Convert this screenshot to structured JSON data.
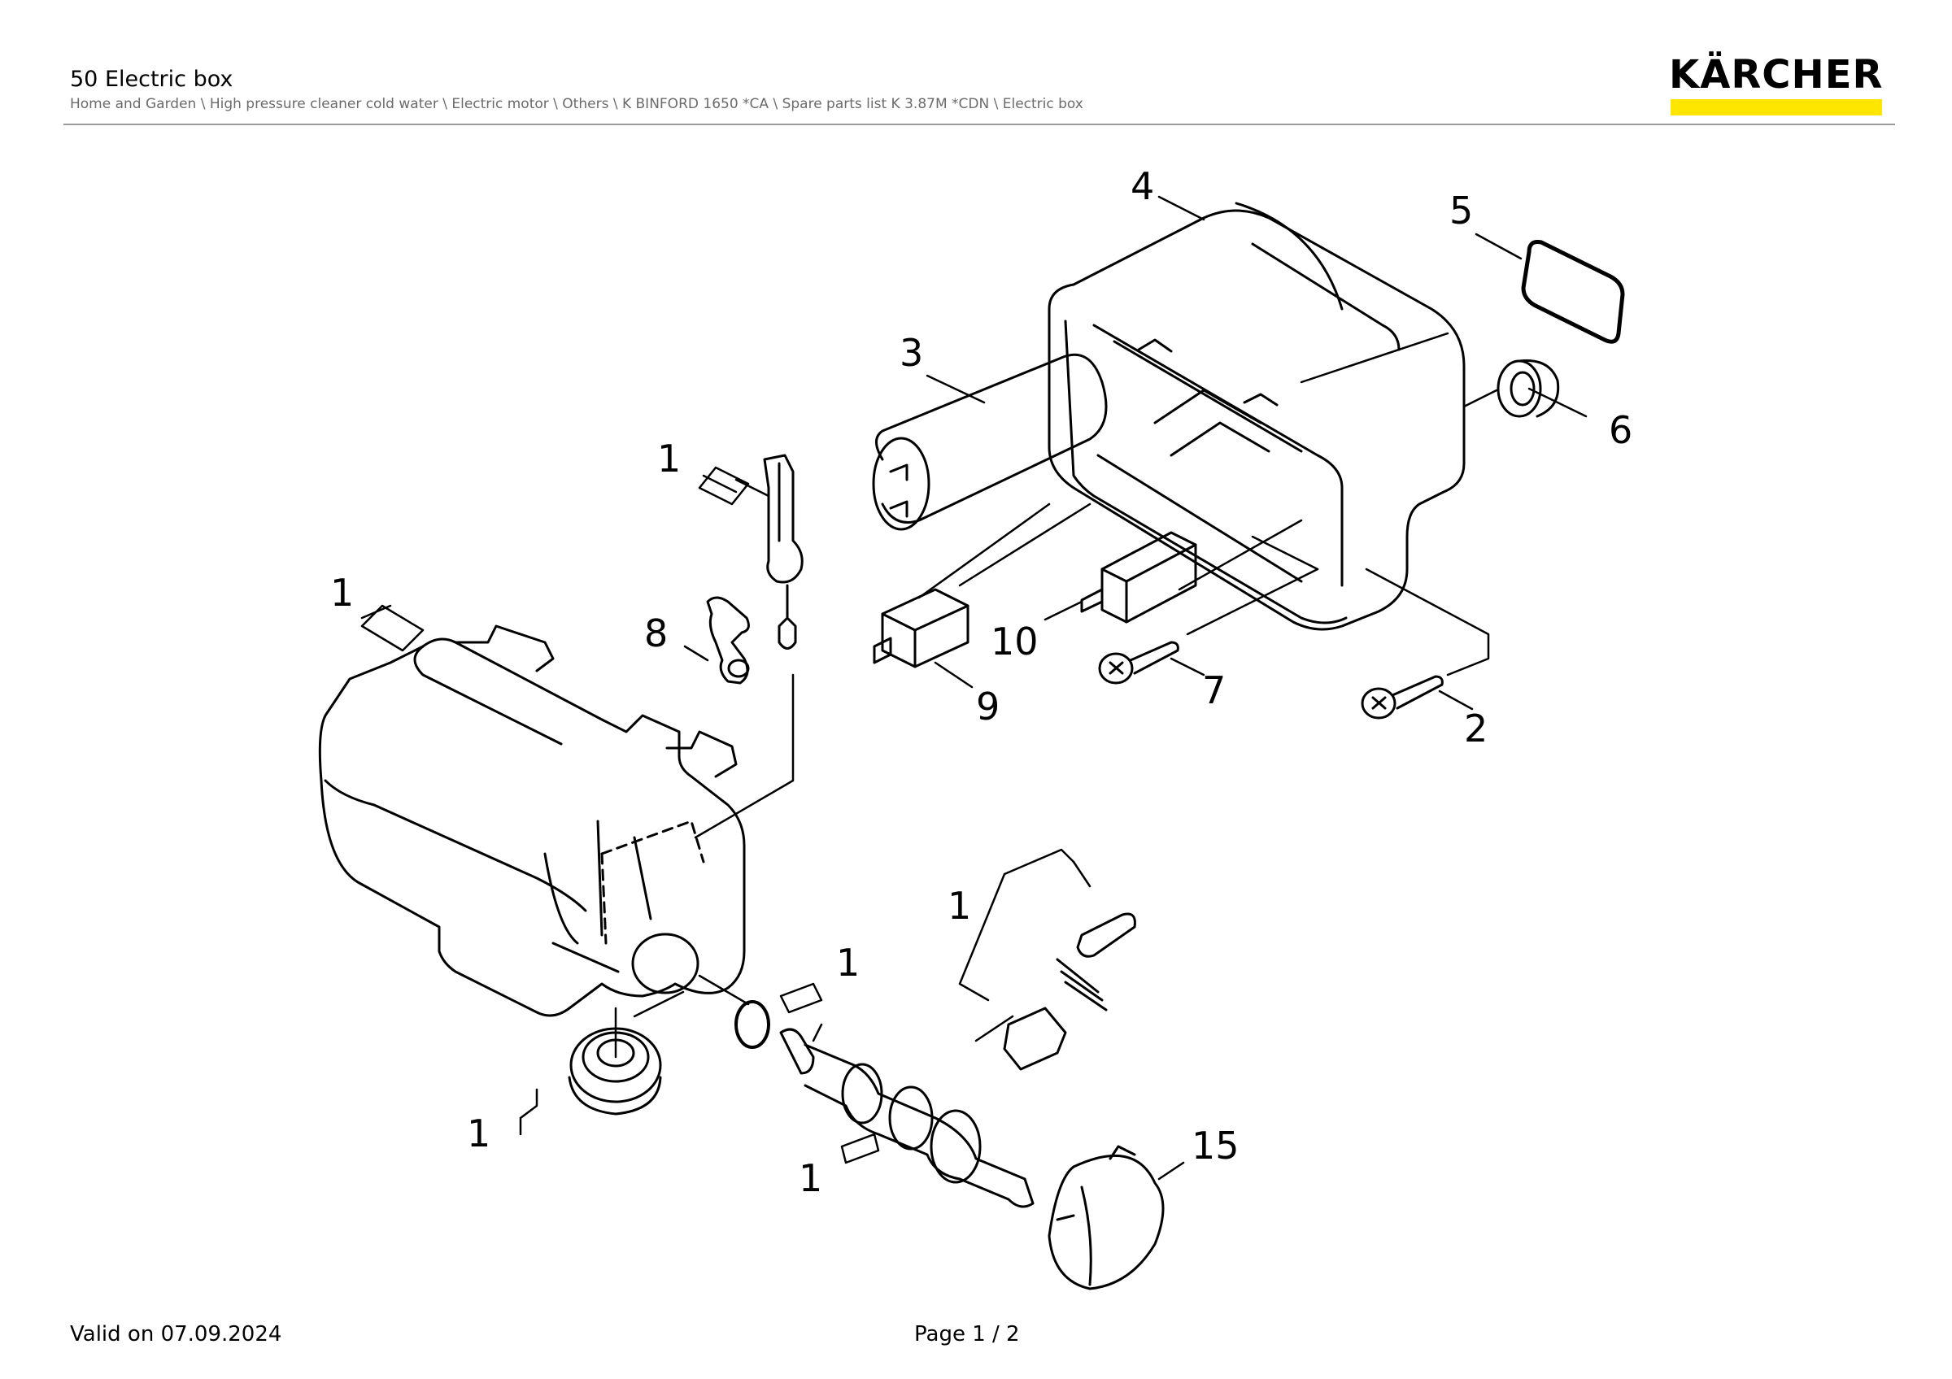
{
  "header": {
    "title": "50 Electric box",
    "breadcrumb": "Home and Garden \\ High pressure cleaner cold water \\ Electric motor \\ Others \\ K BINFORD 1650 *CA \\ Spare parts list K 3.87M *CDN \\ Electric box"
  },
  "brand": {
    "logo_text": "KÄRCHER",
    "logo_color": "#000000",
    "accent": "#FFE600"
  },
  "diagram": {
    "labels": {
      "p1a": "1",
      "p1b": "1",
      "p1c": "1",
      "p1d": "1",
      "p1e": "1",
      "p1f": "1",
      "p2": "2",
      "p3": "3",
      "p4": "4",
      "p5": "5",
      "p6": "6",
      "p7": "7",
      "p8": "8",
      "p9": "9",
      "p10": "10",
      "p15": "15"
    }
  },
  "footer": {
    "valid": "Valid on 07.09.2024",
    "page": "Page 1 / 2"
  }
}
